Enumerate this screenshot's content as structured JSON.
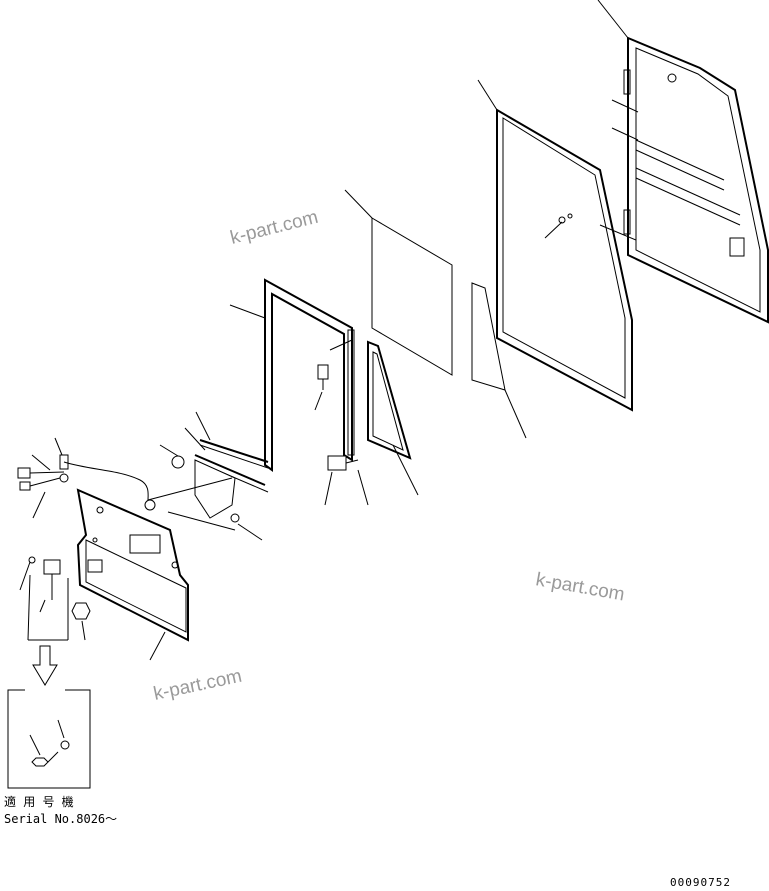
{
  "watermark": "k-part.com",
  "applicability": {
    "label": "適 用 号 機",
    "serial": "Serial No.8026～"
  },
  "drawing_number": "00090752"
}
